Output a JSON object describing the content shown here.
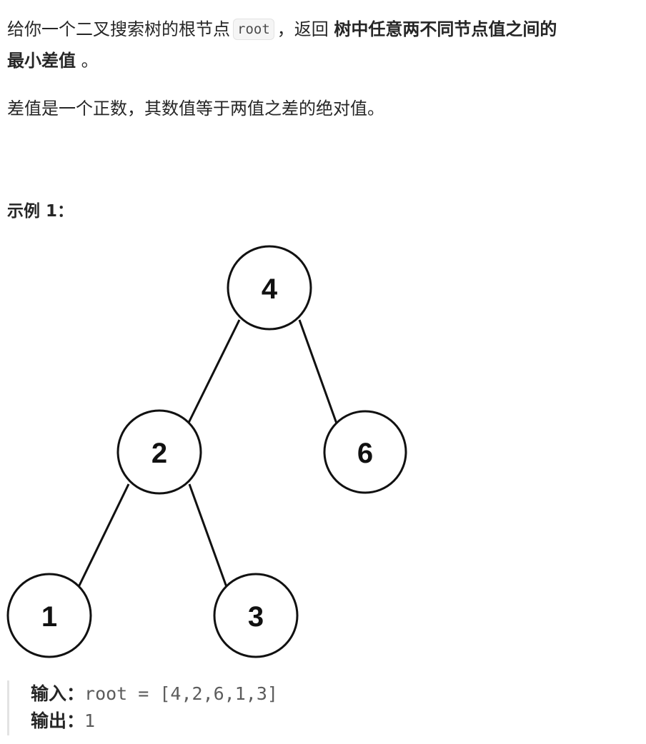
{
  "problem": {
    "intro_text": "给你一个二叉搜索树的根节点",
    "code_root": "root",
    "intro_comma": "，返回",
    "bold_part1": "树中任意两不同节点值之间的",
    "bold_part2": "最小差值",
    "period": "。",
    "diff_desc": "差值是一个正数，其数值等于两值之差的绝对值。"
  },
  "example": {
    "title": "示例 1：",
    "input_label": "输入：",
    "input_value": "root = [4,2,6,1,3]",
    "output_label": "输出：",
    "output_value": "1"
  },
  "tree": {
    "nodes": [
      "4",
      "2",
      "6",
      "1",
      "3"
    ]
  }
}
